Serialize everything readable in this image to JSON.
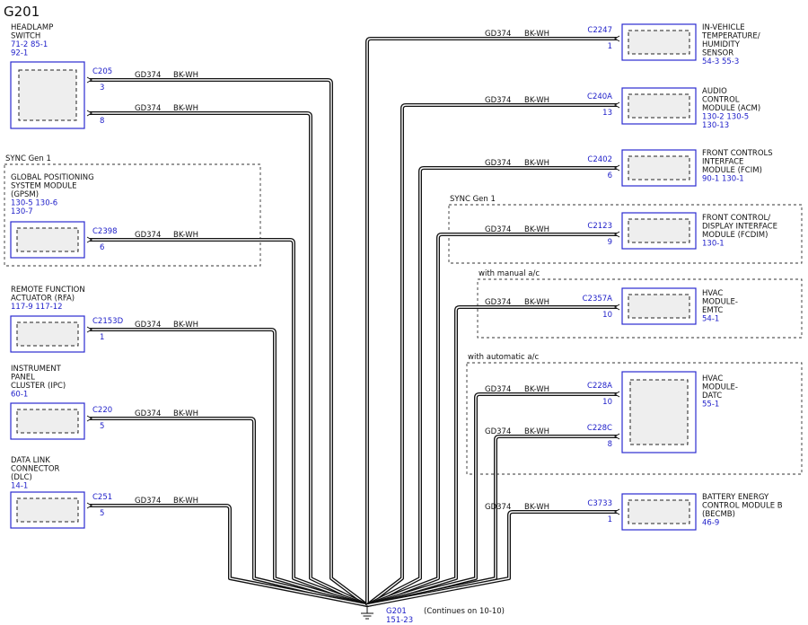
{
  "title": "G201",
  "wire": {
    "circuit": "GD374",
    "color": "BK-WH"
  },
  "ground": {
    "name": "G201",
    "ref": "151-23",
    "note": "(Continues on 10-10)"
  },
  "groups": {
    "sync_left": "SYNC Gen 1",
    "sync_right": "SYNC Gen 1",
    "manual_ac": "with manual a/c",
    "automatic_ac": "with automatic a/c"
  },
  "left_modules": [
    {
      "id": "headlamp",
      "name": [
        "HEADLAMP",
        "SWITCH"
      ],
      "refs": [
        "71-2   85-1",
        "92-1"
      ],
      "connectors": [
        {
          "label": "C205",
          "pin": "3"
        },
        {
          "label": "",
          "pin": "8"
        }
      ]
    },
    {
      "id": "gpsm",
      "name": [
        "GLOBAL POSITIONING",
        "SYSTEM MODULE",
        "(GPSM)"
      ],
      "refs": [
        "130-5   130-6",
        "130-7"
      ],
      "connectors": [
        {
          "label": "C2398",
          "pin": "6"
        }
      ]
    },
    {
      "id": "rfa",
      "name": [
        "REMOTE FUNCTION",
        "ACTUATOR (RFA)"
      ],
      "refs": [
        "117-9    117-12"
      ],
      "connectors": [
        {
          "label": "C2153D",
          "pin": "1"
        }
      ]
    },
    {
      "id": "ipc",
      "name": [
        "INSTRUMENT",
        "PANEL",
        "CLUSTER (IPC)"
      ],
      "refs": [
        "60-1"
      ],
      "connectors": [
        {
          "label": "C220",
          "pin": "5"
        }
      ]
    },
    {
      "id": "dlc",
      "name": [
        "DATA LINK",
        "CONNECTOR",
        "(DLC)"
      ],
      "refs": [
        "14-1"
      ],
      "connectors": [
        {
          "label": "C251",
          "pin": "5"
        }
      ]
    }
  ],
  "right_modules": [
    {
      "id": "humidity",
      "name": [
        "IN-VEHICLE",
        "TEMPERATURE/",
        "HUMIDITY",
        "SENSOR"
      ],
      "refs": [
        "54-3    55-3"
      ],
      "connectors": [
        {
          "label": "C2247",
          "pin": "1"
        }
      ]
    },
    {
      "id": "acm",
      "name": [
        "AUDIO",
        "CONTROL",
        "MODULE (ACM)"
      ],
      "refs": [
        "130-2   130-5",
        "130-13"
      ],
      "connectors": [
        {
          "label": "C240A",
          "pin": "13"
        }
      ]
    },
    {
      "id": "fcim",
      "name": [
        "FRONT CONTROLS",
        "INTERFACE",
        "MODULE (FCIM)"
      ],
      "refs": [
        "90-1    130-1"
      ],
      "connectors": [
        {
          "label": "C2402",
          "pin": "6"
        }
      ]
    },
    {
      "id": "fcdim",
      "name": [
        "FRONT CONTROL/",
        "DISPLAY INTERFACE",
        "MODULE (FCDIM)"
      ],
      "refs": [
        "130-1"
      ],
      "connectors": [
        {
          "label": "C2123",
          "pin": "9"
        }
      ]
    },
    {
      "id": "emtc",
      "name": [
        "HVAC",
        "MODULE-",
        "EMTC"
      ],
      "refs": [
        "54-1"
      ],
      "connectors": [
        {
          "label": "C2357A",
          "pin": "10"
        }
      ]
    },
    {
      "id": "datc",
      "name": [
        "HVAC",
        "MODULE-",
        "DATC"
      ],
      "refs": [
        "55-1"
      ],
      "connectors": [
        {
          "label": "C228A",
          "pin": "10"
        },
        {
          "label": "C228C",
          "pin": "8"
        }
      ]
    },
    {
      "id": "becmb",
      "name": [
        "BATTERY ENERGY",
        "CONTROL MODULE B",
        "(BECMB)"
      ],
      "refs": [
        "46-9"
      ],
      "connectors": [
        {
          "label": "C3733",
          "pin": "1"
        }
      ]
    }
  ]
}
